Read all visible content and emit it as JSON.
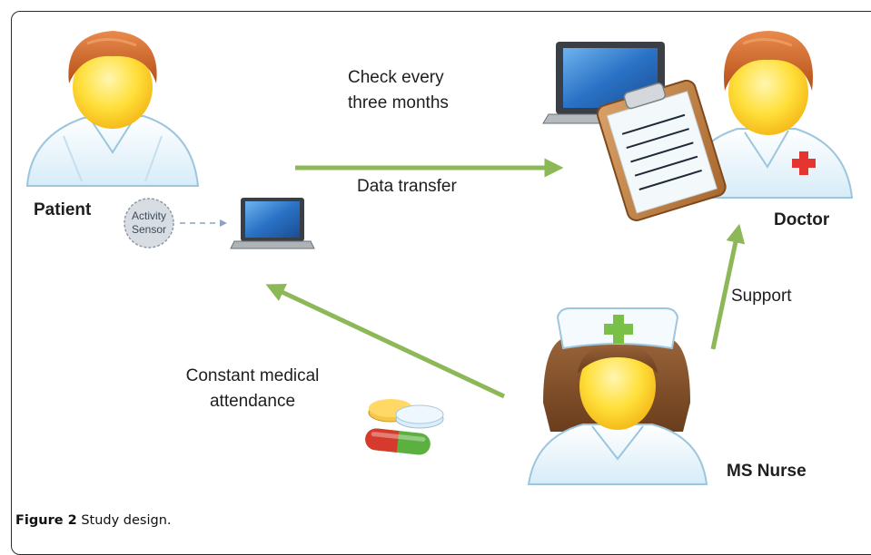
{
  "labels": {
    "patient": "Patient",
    "doctor": "Doctor",
    "nurse": "MS Nurse",
    "check_line1": "Check every",
    "check_line2": "three months",
    "data_transfer": "Data transfer",
    "support": "Support",
    "attendance_line1": "Constant medical",
    "attendance_line2": "attendance",
    "sensor_line1": "Activity",
    "sensor_line2": "Sensor"
  },
  "caption": {
    "label": "Figure 2",
    "text": "Study design."
  },
  "colors": {
    "arrow": "#8db858",
    "coat": "#eaf6fd",
    "coat_outline": "#9cc6de",
    "face": "#ffd82e",
    "hair_man": "#c75f24",
    "hair_nurse": "#7d4b25",
    "screen": "#2b73c4",
    "cross": "#e53530",
    "cross_nurse": "#79c046"
  },
  "icons": [
    "patient-figure",
    "doctor-figure",
    "nurse-figure",
    "laptop-icon",
    "clipboard-icon",
    "pills-icon",
    "activity-sensor-icon"
  ]
}
